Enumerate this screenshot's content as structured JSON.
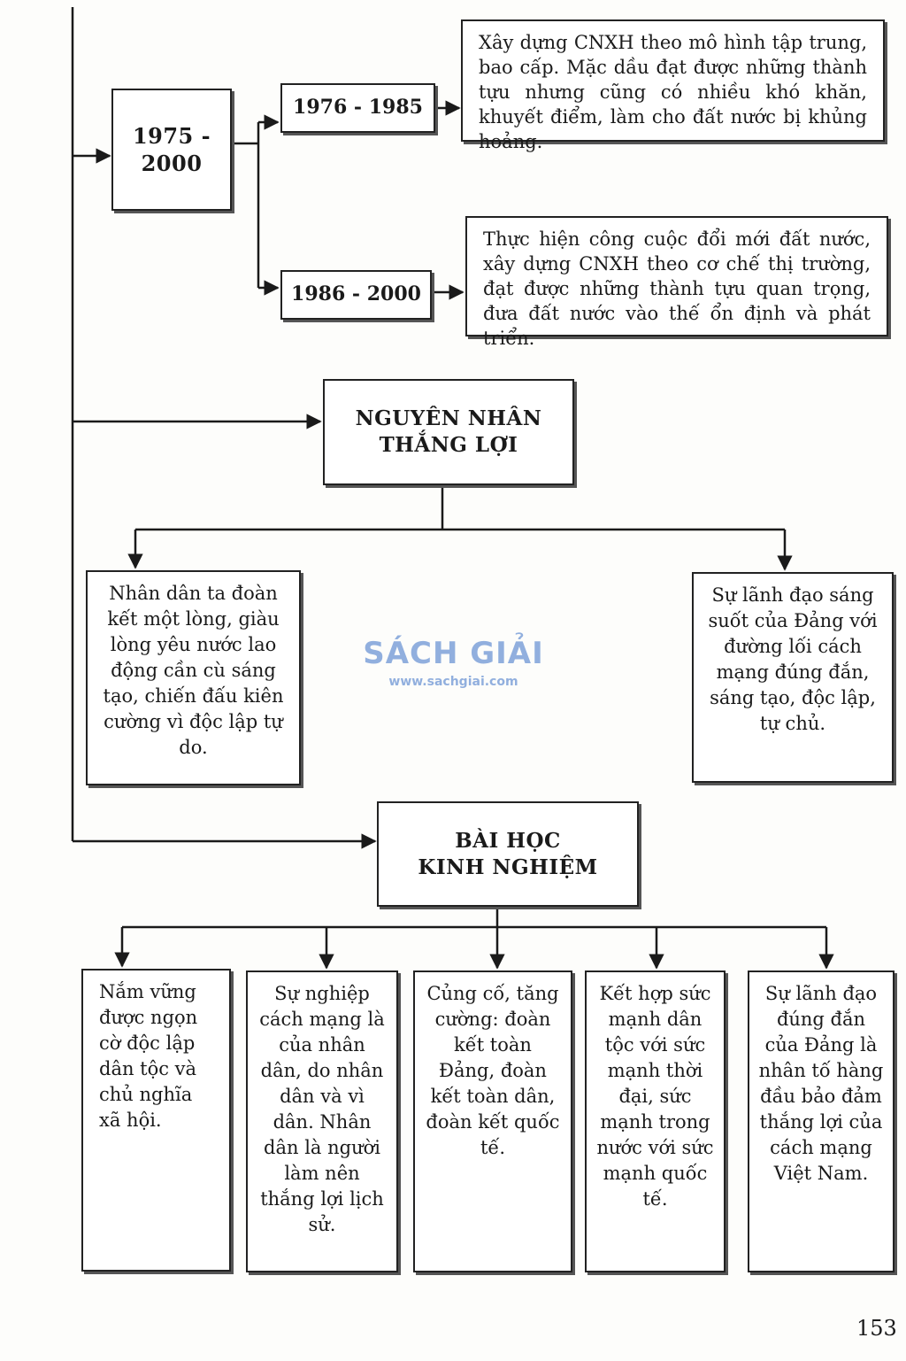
{
  "period": {
    "line1": "1975 -",
    "line2": "2000"
  },
  "sub1": {
    "label": "1976 - 1985",
    "desc": "Xây dựng CNXH theo mô hình tập trung, bao cấp. Mặc dầu đạt được những thành tựu nhưng cũng có nhiều khó khăn, khuyết điểm, làm cho đất nước bị khủng hoảng."
  },
  "sub2": {
    "label": "1986 - 2000",
    "desc": "Thực hiện công cuộc đổi mới đất nước, xây dựng CNXH theo cơ chế thị trường, đạt được những thành tựu quan trọng, đưa đất nước vào thế ổn định và phát triển."
  },
  "causes": {
    "title_line1": "NGUYÊN NHÂN",
    "title_line2": "THẮNG LỢI",
    "left": "Nhân dân ta đoàn kết một lòng, giàu lòng yêu nước lao động cần cù sáng tạo, chiến đấu kiên cường vì độc lập tự do.",
    "right": "Sự lãnh đạo sáng suốt của Đảng với đường lối cách mạng đúng đắn, sáng tạo, độc lập, tự chủ."
  },
  "lessons": {
    "title_line1": "BÀI HỌC",
    "title_line2": "KINH NGHIỆM",
    "items": [
      "Nắm vững được ngọn cờ độc lập dân tộc và chủ nghĩa xã hội.",
      "Sự nghiệp cách mạng là của nhân dân, do nhân dân và vì dân. Nhân dân là người làm nên thắng lợi lịch sử.",
      "Củng cố, tăng cường: đoàn kết toàn Đảng, đoàn kết toàn dân, đoàn kết quốc tế.",
      "Kết hợp sức mạnh dân tộc với sức mạnh thời đại, sức mạnh trong nước với sức mạnh quốc tế.",
      "Sự lãnh đạo đúng đắn của Đảng là nhân tố hàng đầu bảo đảm thắng lợi của cách mạng Việt Nam."
    ]
  },
  "watermark": {
    "main": "SÁCH GIẢI",
    "url": "www.sachgiai.com"
  },
  "page_number": "153",
  "colors": {
    "line": "#1a1a1a",
    "watermark": "#7fa2d9"
  }
}
